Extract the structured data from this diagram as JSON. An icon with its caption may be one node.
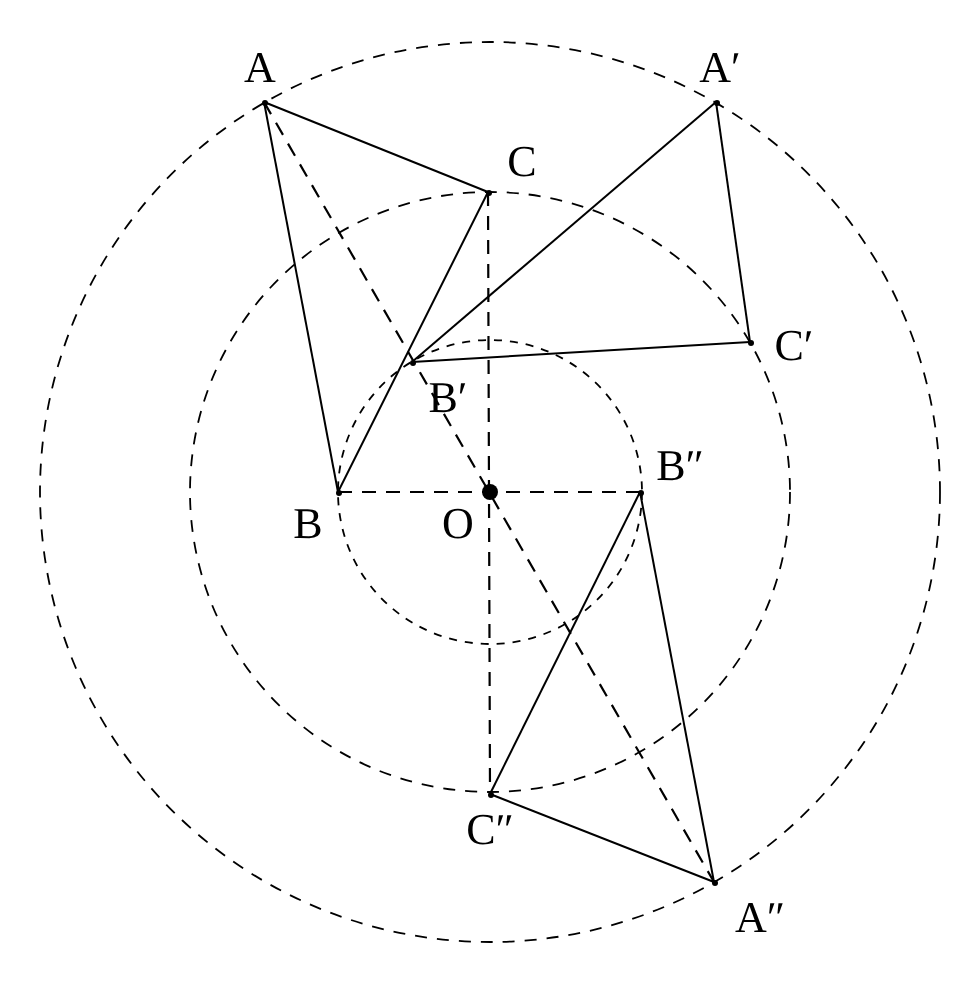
{
  "diagram": {
    "nodes": [
      {
        "text": [],
        "shape": "point",
        "beside": [
          "A"
        ]
      },
      {
        "text": [],
        "shape": "point",
        "beside": [
          "A′"
        ]
      },
      {
        "text": [],
        "shape": "point",
        "beside": [
          "C"
        ]
      },
      {
        "text": [],
        "shape": "point",
        "beside": [
          "C′"
        ]
      },
      {
        "text": [],
        "shape": "point",
        "beside": [
          "B′"
        ]
      },
      {
        "text": [],
        "shape": "point",
        "beside": [
          "B"
        ]
      },
      {
        "text": [],
        "shape": "dot",
        "beside": [
          "O"
        ]
      },
      {
        "text": [],
        "shape": "point",
        "beside": [
          "B″"
        ]
      },
      {
        "text": [],
        "shape": "point",
        "beside": [
          "C″"
        ]
      },
      {
        "text": [],
        "shape": "point",
        "beside": [
          "A″"
        ]
      }
    ],
    "edges": [
      {
        "from": 0,
        "to": 5,
        "arrow": "none"
      },
      {
        "from": 5,
        "to": 2,
        "arrow": "none"
      },
      {
        "from": 2,
        "to": 0,
        "arrow": "none"
      },
      {
        "from": 1,
        "to": 4,
        "arrow": "none"
      },
      {
        "from": 4,
        "to": 3,
        "arrow": "none"
      },
      {
        "from": 3,
        "to": 1,
        "arrow": "none"
      },
      {
        "from": 9,
        "to": 7,
        "arrow": "none"
      },
      {
        "from": 7,
        "to": 8,
        "arrow": "none"
      },
      {
        "from": 8,
        "to": 9,
        "arrow": "none"
      },
      {
        "from": 0,
        "to": 9,
        "arrow": "none",
        "style": "dashed"
      },
      {
        "from": 5,
        "to": 7,
        "arrow": "none",
        "style": "dashed"
      },
      {
        "from": 2,
        "to": 8,
        "arrow": "none",
        "style": "dashed"
      }
    ]
  }
}
